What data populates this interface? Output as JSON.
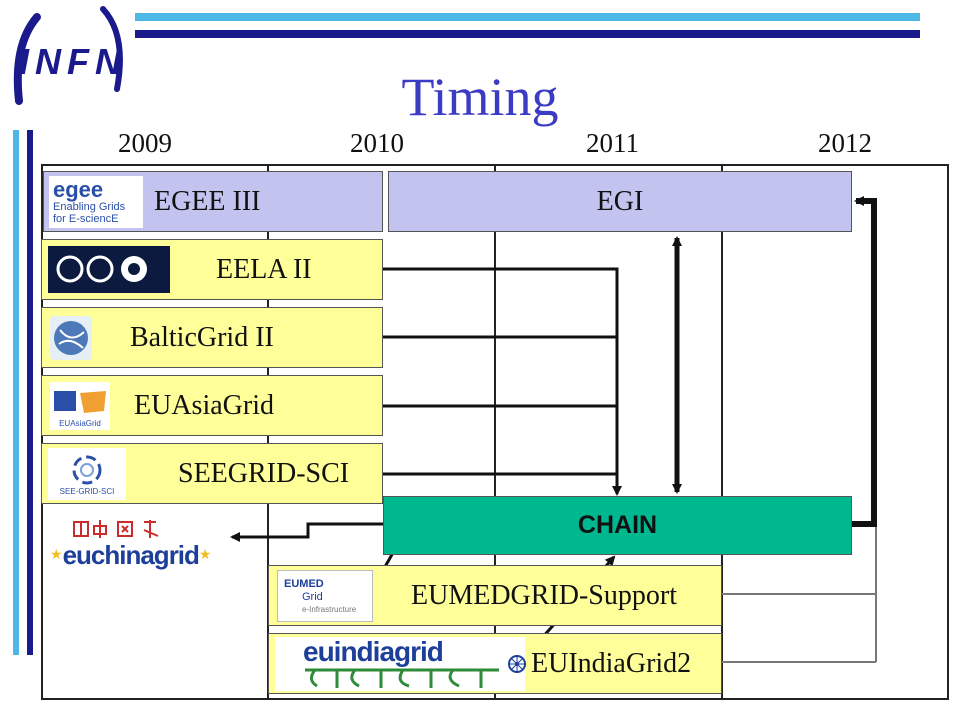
{
  "header": {
    "logo_text": "INFN",
    "title": "Timing"
  },
  "years": [
    "2009",
    "2010",
    "2011",
    "2012"
  ],
  "projects": {
    "egee": {
      "label": "EGEE III",
      "logo_line1": "egee",
      "logo_line2": "Enabling Grids",
      "logo_line3": "for E-sciencE"
    },
    "egi": {
      "label": "EGI"
    },
    "eela": {
      "label": "EELA II"
    },
    "baltic": {
      "label": "BalticGrid II"
    },
    "euasia": {
      "label": "EUAsiaGrid",
      "logo_text": "EUAsiaGrid"
    },
    "seegrid": {
      "label": "SEEGRID-SCI",
      "logo_text": "SEE-GRID-SCI"
    },
    "euchina": {
      "logo_text": "euchinagrid"
    },
    "chain": {
      "label": "CHAIN"
    },
    "eumed": {
      "label": "EUMEDGRID-Support",
      "logo_line1": "EUMED",
      "logo_line2": "Grid",
      "logo_line3": "e-Infrastructure"
    },
    "euindia": {
      "label": "EUIndiaGrid2",
      "logo_text": "euindiagrid"
    }
  },
  "colors": {
    "title": "#3b3bc4",
    "bar_yellow": "#ffff99",
    "bar_blue": "#c3c3f0",
    "bar_green": "#00b890",
    "accent_stripe": "#4db8e8",
    "accent_dark": "#1a1a8c"
  }
}
